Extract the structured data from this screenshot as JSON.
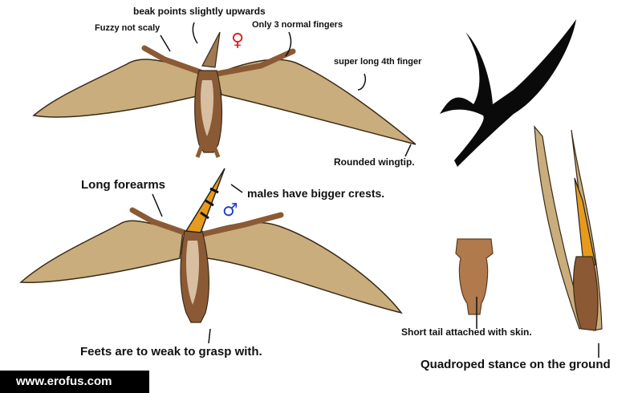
{
  "labels": {
    "beak": "beak points slightly upwards",
    "fuzzy": "Fuzzy not scaly",
    "fingers": "Only 3 normal fingers",
    "fourth_finger": "super long 4th finger",
    "wingtip": "Rounded wingtip.",
    "forearms": "Long forearms",
    "crests": "males have bigger crests.",
    "feet": "Feets are to weak to grasp with.",
    "tail": "Short tail attached with skin.",
    "stance": "Quadroped stance on the ground"
  },
  "symbols": {
    "female": "♀",
    "male": "♂"
  },
  "watermark": "www.erofus.com",
  "colors": {
    "wing": "#c9ad7c",
    "body": "#8b5a34",
    "belly": "#d8bfa2",
    "female_symbol": "#e02020",
    "male_symbol": "#2243c8",
    "crest_orange": "#e79a1c"
  }
}
